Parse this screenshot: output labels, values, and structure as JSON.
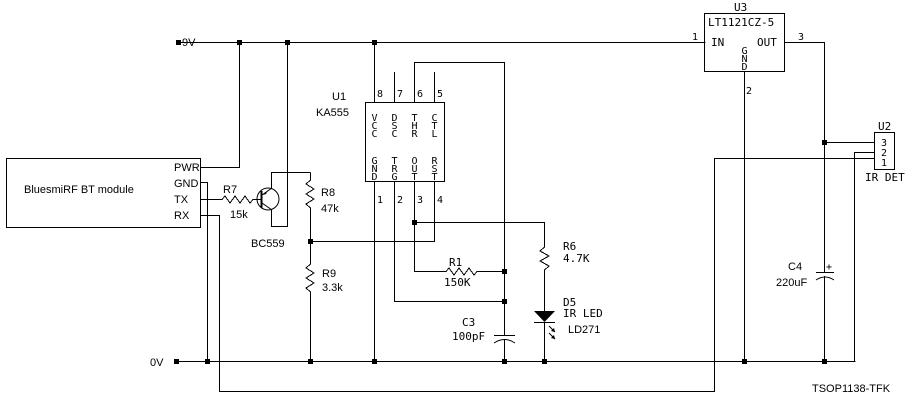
{
  "rails": {
    "vcc_label": "9V",
    "gnd_label": "0V"
  },
  "bt_module": {
    "name": "BluesmiRF BT module",
    "pins": [
      "PWR",
      "GND",
      "TX",
      "RX"
    ]
  },
  "r7": {
    "ref": "R7",
    "value": "15k"
  },
  "q1": {
    "part": "BC559"
  },
  "r8": {
    "ref": "R8",
    "value": "47k"
  },
  "r9": {
    "ref": "R9",
    "value": "3.3k"
  },
  "u1": {
    "ref": "U1",
    "part": "KA555",
    "top_pins": [
      {
        "num": "8",
        "name": "VCC"
      },
      {
        "num": "7",
        "name": "DSC"
      },
      {
        "num": "6",
        "name": "THR"
      },
      {
        "num": "5",
        "name": "CTL"
      }
    ],
    "bottom_pins": [
      {
        "num": "1",
        "name": "GND"
      },
      {
        "num": "2",
        "name": "TRG"
      },
      {
        "num": "3",
        "name": "OUT"
      },
      {
        "num": "4",
        "name": "RST"
      }
    ]
  },
  "r1": {
    "ref": "R1",
    "value": "150K"
  },
  "c3": {
    "ref": "C3",
    "value": "100pF"
  },
  "r6": {
    "ref": "R6",
    "value": "4.7K"
  },
  "d5": {
    "ref": "D5",
    "type": "IR LED",
    "part": "LD271"
  },
  "u3": {
    "ref": "U3",
    "part": "LT1121CZ-5",
    "pin_in": "IN",
    "pin_out": "OUT",
    "pin_gnd": "GND",
    "pin_in_num": "1",
    "pin_out_num": "3",
    "pin_gnd_num": "2"
  },
  "c4": {
    "ref": "C4",
    "value": "220uF",
    "polarity": "+"
  },
  "u2": {
    "ref": "U2",
    "pins": [
      "3",
      "2",
      "1"
    ],
    "label": "IR DET",
    "part": "TSOP1138-TFK"
  }
}
